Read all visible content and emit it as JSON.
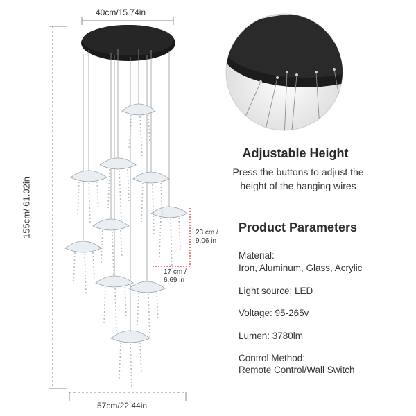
{
  "dimensions": {
    "top_width": "40cm/15.74in",
    "height": "155cm/ 61.02in",
    "bottom_width": "57cm/22.44in",
    "spacing_vertical": [
      "23 cm /",
      "9.06 in"
    ],
    "spacing_horizontal": [
      "17 cm /",
      "6.69 in"
    ]
  },
  "feature": {
    "title": "Adjustable Height",
    "description": [
      "Press the buttons to adjust the",
      "height of the hanging wires"
    ]
  },
  "parameters": {
    "title": "Product Parameters",
    "material_label": "Material:",
    "material_value": "Iron, Aluminum, Glass, Acrylic",
    "light_source": "Light source: LED",
    "voltage": "Voltage: 95-265v",
    "lumen": "Lumen: 3780lm",
    "control_label": "Control Method:",
    "control_value": "Remote Control/Wall Switch"
  },
  "colors": {
    "canopy": "#1a1a1a",
    "accent_red": "#e0302a",
    "text": "#333333"
  }
}
